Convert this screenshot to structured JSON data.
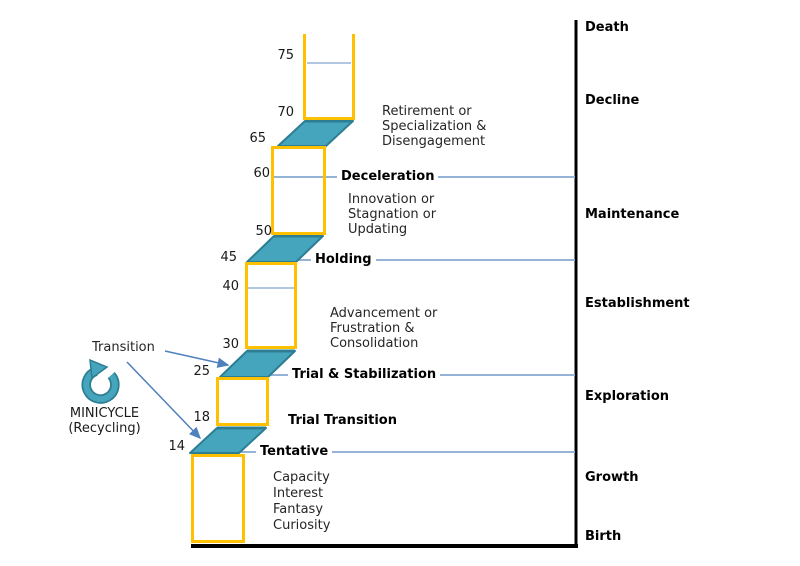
{
  "diagram": "Career life-span stages staircase (Super's model)",
  "colors": {
    "box_border": "#FFC000",
    "step_fill": "#44A5BD",
    "step_edge": "#2E7E93",
    "connector_line": "#95B3D7",
    "arrow": "#4F81BD",
    "axis": "#000000"
  },
  "ages": [
    "75",
    "70",
    "65",
    "60",
    "50",
    "45",
    "40",
    "30",
    "25",
    "18",
    "14"
  ],
  "axis_stages": [
    "Death",
    "Decline",
    "Maintenance",
    "Establishment",
    "Exploration",
    "Growth",
    "Birth"
  ],
  "transition_labels": {
    "deceleration": "Deceleration",
    "holding": "Holding",
    "trial_stabilization": "Trial & Stabilization",
    "trial_transition": "Trial Transition",
    "tentative": "Tentative"
  },
  "substage_notes": {
    "decline": "Retirement or\nSpecialization &\nDisengagement",
    "maintenance": "Innovation or\nStagnation or\nUpdating",
    "establishment": "Advancement or\nFrustration &\nConsolidation",
    "growth": "Capacity\nInterest\nFantasy\nCuriosity"
  },
  "left_annotations": {
    "transition": "Transition",
    "minicycle": "MINICYCLE\n(Recycling)"
  }
}
